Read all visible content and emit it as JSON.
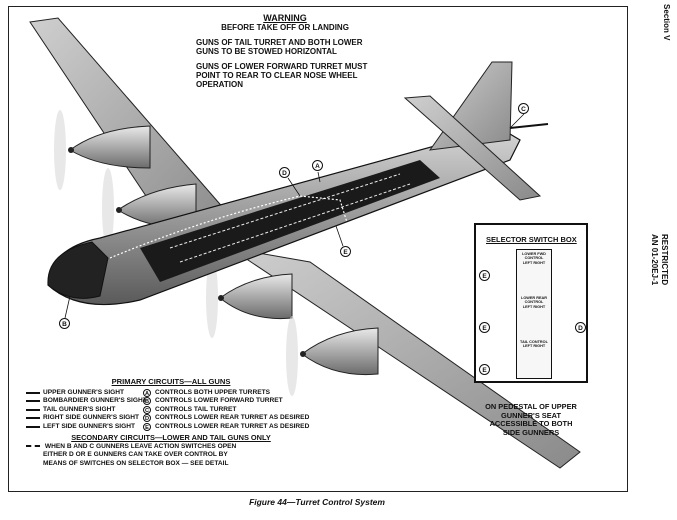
{
  "side_text": {
    "section": "Section V",
    "restricted": "RESTRICTED",
    "doc_number": "AN 01-20EJ-1"
  },
  "warning": {
    "title": "WARNING",
    "subtitle": "BEFORE TAKE OFF OR LANDING",
    "line1": "GUNS OF TAIL TURRET AND BOTH LOWER",
    "line2": "GUNS TO BE STOWED HORIZONTAL",
    "line3": "GUNS OF LOWER FORWARD TURRET MUST",
    "line4": "POINT TO REAR TO CLEAR NOSE WHEEL",
    "line5": "OPERATION"
  },
  "callouts": {
    "a": "A",
    "b": "B",
    "c": "C",
    "d": "D",
    "e": "E"
  },
  "legend": {
    "primary_title": "PRIMARY CIRCUITS—ALL GUNS",
    "rows": [
      {
        "name": "UPPER GUNNER'S SIGHT",
        "letter": "A",
        "desc": "CONTROLS BOTH UPPER TURRETS"
      },
      {
        "name": "BOMBARDIER GUNNER'S SIGHT",
        "letter": "B",
        "desc": "CONTROLS LOWER FORWARD TURRET"
      },
      {
        "name": "TAIL GUNNER'S SIGHT",
        "letter": "C",
        "desc": "CONTROLS TAIL TURRET"
      },
      {
        "name": "RIGHT SIDE GUNNER'S SIGHT",
        "letter": "D",
        "desc": "CONTROLS LOWER REAR TURRET AS DESIRED"
      },
      {
        "name": "LEFT SIDE GUNNER'S SIGHT",
        "letter": "E",
        "desc": "CONTROLS LOWER REAR TURRET AS DESIRED"
      }
    ],
    "secondary_title": "SECONDARY CIRCUITS—LOWER AND TAIL GUNS ONLY",
    "sec_line1_a": "WHEN",
    "sec_line1_b": "AND",
    "sec_line1_c": "GUNNERS LEAVE ACTION SWITCHES OPEN",
    "sec_line2_a": "EITHER",
    "sec_line2_b": "OR",
    "sec_line2_c": "GUNNERS CAN TAKE OVER CONTROL BY",
    "sec_line3": "MEANS OF SWITCHES ON SELECTOR BOX — SEE DETAIL"
  },
  "selector": {
    "title": "SELECTOR SWITCH BOX",
    "g1_label": "LOWER FWD CONTROL",
    "g2_label": "LOWER REAR CONTROL",
    "g3_label": "TAIL CONTROL",
    "left_right": "LEFT  RIGHT",
    "note1": "ON PEDESTAL OF UPPER",
    "note2": "GUNNER'S SEAT",
    "note3": "ACCESSIBLE TO BOTH",
    "note4": "SIDE GUNNERS"
  },
  "caption": "Figure 44—Turret Control System"
}
